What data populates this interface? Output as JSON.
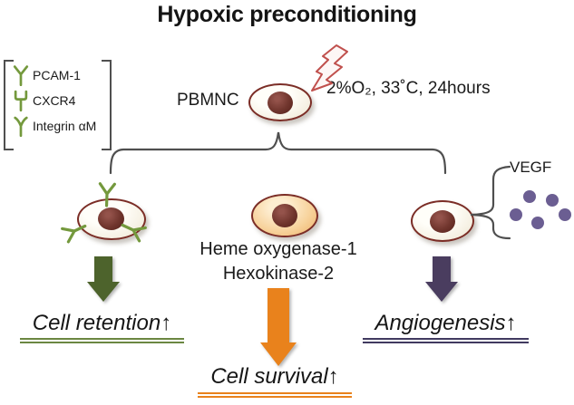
{
  "title": "Hypoxic preconditioning",
  "legend": {
    "items": [
      {
        "label": "PCAM-1",
        "icon": "antibody-y-icon"
      },
      {
        "label": "CXCR4",
        "icon": "receptor-u-icon"
      },
      {
        "label": "Integrin αM",
        "icon": "antibody-y-curved-icon"
      }
    ]
  },
  "source": {
    "cell_label": "PBMNC",
    "stimulus_icon": "lightning-bolt-icon",
    "condition": "2%O₂, 33˚C, 24hours"
  },
  "secreted_factor": {
    "label": "VEGF",
    "icon": "vegf-dots-icon",
    "dot_count": 5
  },
  "mediators": {
    "line1": "Heme oxygenase-1",
    "line2": "Hexokinase-2"
  },
  "outcomes": {
    "retention": "Cell retention↑",
    "survival": "Cell survival↑",
    "angiogenesis": "Angiogenesis↑"
  },
  "colors": {
    "receptor_green": "#74993d",
    "retention_arrow": "#4d632c",
    "retention_underline": "#6b8742",
    "survival_arrow": "#e9821c",
    "angiogenesis_arrow": "#4a3d5f",
    "angiogenesis_underline": "#413a60",
    "vegf_dot": "#6b5e92",
    "cell_border": "#7b2d26",
    "lightning_outline": "#c0504d",
    "brace_gray": "#4f4f4f"
  }
}
